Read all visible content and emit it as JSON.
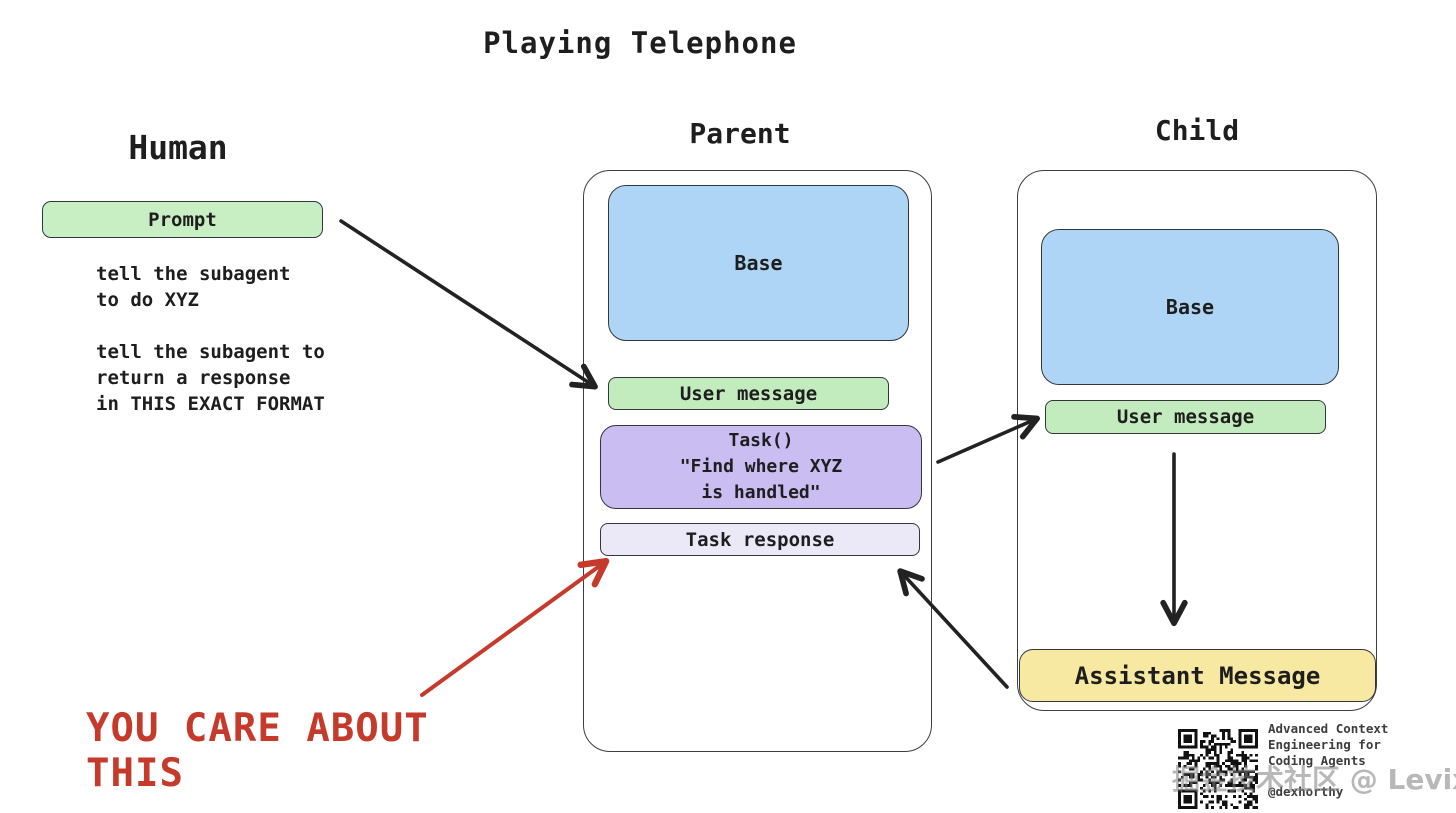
{
  "title": "Playing Telephone",
  "human": {
    "label": "Human",
    "prompt": "Prompt",
    "note1": "tell the subagent\nto do XYZ",
    "note2": "tell the subagent to\nreturn a response\nin THIS EXACT FORMAT"
  },
  "parent": {
    "label": "Parent",
    "base": "Base",
    "user_message": "User message",
    "task": "Task()\n\"Find where XYZ\nis handled\"",
    "task_response": "Task response"
  },
  "child": {
    "label": "Child",
    "base": "Base",
    "user_message": "User message",
    "assistant_message": "Assistant Message"
  },
  "annotation": {
    "text": "YOU CARE ABOUT THIS"
  },
  "footer": {
    "credit": "Advanced Context\nEngineering for\nCoding Agents",
    "handle": "@dexhorthy",
    "watermark": "掘金技术社区 @ Levix"
  },
  "colors": {
    "green": "#c3ecbe",
    "blue": "#aed5f5",
    "purple": "#c9bdf1",
    "lavender": "#ebe9f8",
    "yellow": "#f7e8a2",
    "annotation_red": "#c63a2c",
    "ink": "#1e1e1e"
  }
}
